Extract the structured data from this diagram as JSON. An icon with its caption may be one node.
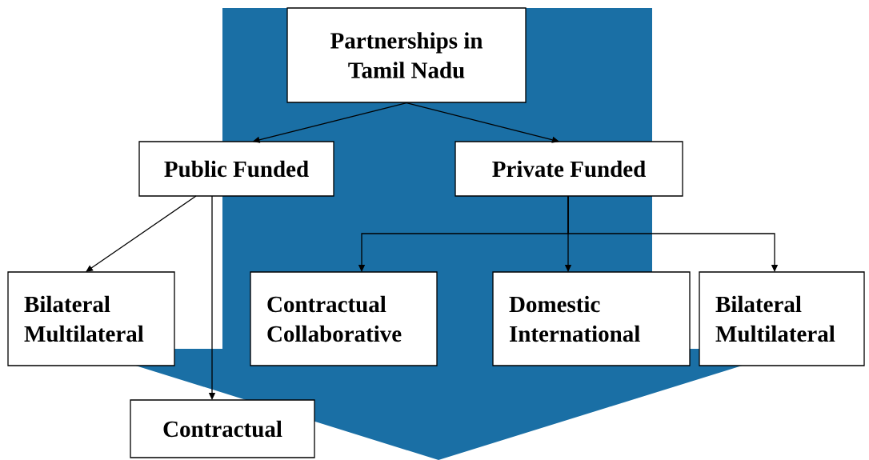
{
  "diagram": {
    "nodes": [
      {
        "text": [
          "Partnerships in Tamil Nadu"
        ]
      },
      {
        "text": [
          "Public Funded"
        ]
      },
      {
        "text": [
          "Private Funded"
        ]
      },
      {
        "text": [
          "Bilateral Multilateral"
        ]
      },
      {
        "text": [
          "Contractual Collaborative"
        ]
      },
      {
        "text": [
          "Domestic International"
        ]
      },
      {
        "text": [
          "Bilateral Multilateral"
        ]
      },
      {
        "text": [
          "Contractual"
        ]
      }
    ],
    "edges": [
      {
        "from": 0,
        "to": 1,
        "arrow": "to"
      },
      {
        "from": 0,
        "to": 2,
        "arrow": "to"
      },
      {
        "from": 1,
        "to": 3,
        "arrow": "to"
      },
      {
        "from": 1,
        "to": 7,
        "arrow": "to"
      },
      {
        "from": 2,
        "to": 4,
        "arrow": "to"
      },
      {
        "from": 2,
        "to": 5,
        "arrow": "to"
      },
      {
        "from": 2,
        "to": 6,
        "arrow": "to"
      }
    ]
  }
}
